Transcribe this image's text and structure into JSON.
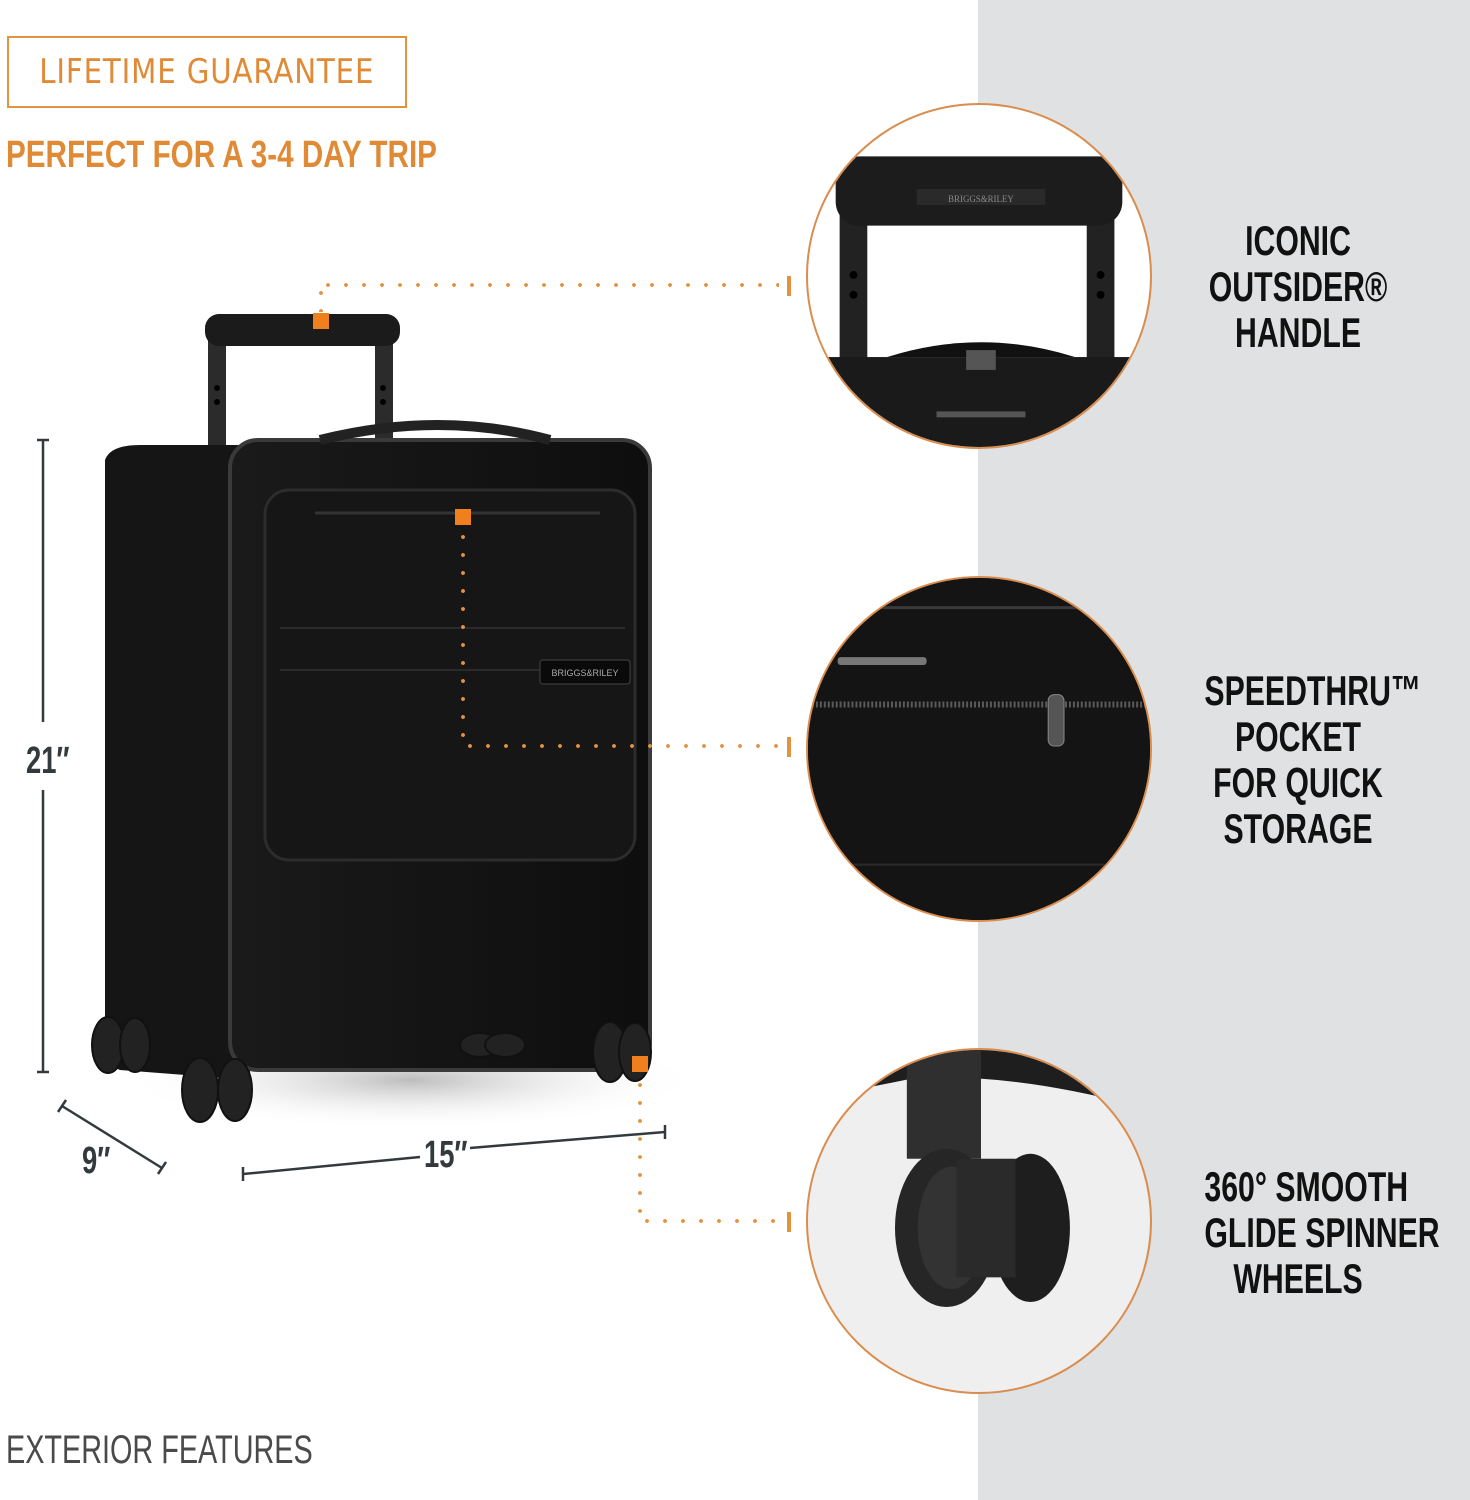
{
  "header": {
    "guarantee_badge": "LIFETIME GUARANTEE",
    "trip_subtitle": "PERFECT FOR A 3-4 DAY TRIP"
  },
  "product": {
    "brand_label": "BRIGGS&RILEY",
    "dimensions": {
      "height": "21″",
      "depth": "9″",
      "width": "15″"
    }
  },
  "features": [
    {
      "id": "handle",
      "lines": [
        "ICONIC",
        "OUTSIDER®",
        "HANDLE"
      ],
      "icon": "telescoping-handle"
    },
    {
      "id": "pocket",
      "lines": [
        "SPEEDTHRU™",
        "POCKET",
        "FOR QUICK",
        "STORAGE"
      ],
      "icon": "zipper-pocket"
    },
    {
      "id": "wheels",
      "lines": [
        "360° SMOOTH",
        "GLIDE SPINNER",
        "WHEELS"
      ],
      "icon": "spinner-wheel"
    }
  ],
  "footer": {
    "section_title": "EXTERIOR FEATURES"
  },
  "colors": {
    "accent": "#e3923f",
    "marker": "#f07f1e",
    "panel": "#dfe1e2",
    "text_dark": "#111111"
  }
}
